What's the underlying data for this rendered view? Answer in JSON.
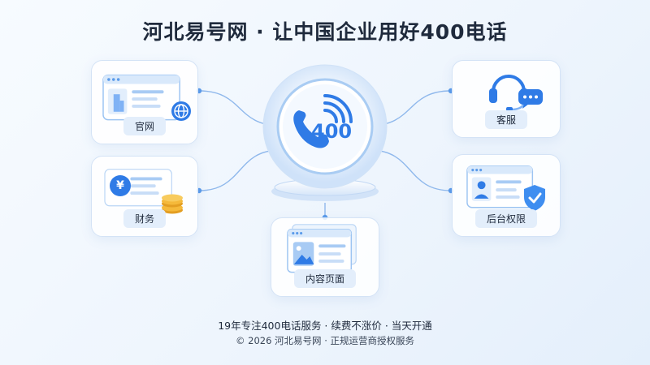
{
  "title": "河北易号网 · 让中国企业用好400电话",
  "hub": {
    "label": "400"
  },
  "cards": {
    "website": "官网",
    "support": "客服",
    "finance": "财务",
    "admin": "后台权限",
    "content": "内容页面"
  },
  "finance_symbol": "¥",
  "footer": {
    "line1": "19年专注400电话服务 · 续费不涨价 · 当天开通",
    "line2": "© 2026 河北易号网 · 正规运营商授权服务"
  },
  "colors": {
    "accent": "#2f7be6",
    "accent_light": "#7fb2f5",
    "coin": "#f5b93a",
    "shield": "#3f8ef0",
    "pill_bg": "#e3eefb"
  },
  "icons": [
    "browser-icon",
    "building-icon",
    "globe-icon",
    "headset-icon",
    "chat-bubble-icon",
    "yen-icon",
    "coin-stack-icon",
    "id-card-icon",
    "shield-check-icon",
    "image-icon",
    "phone-icon",
    "signal-waves-icon"
  ]
}
